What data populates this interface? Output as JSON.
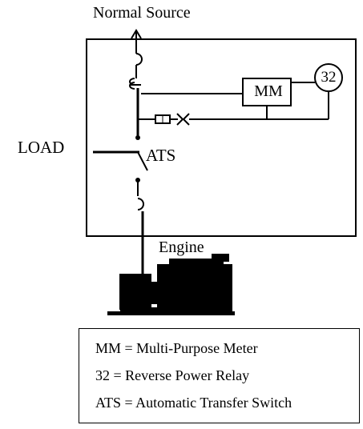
{
  "diagram": {
    "labels": {
      "normal_source": "Normal Source",
      "load": "LOAD",
      "ats": "ATS",
      "meter": "MM",
      "relay": "32",
      "engine": "Engine"
    }
  },
  "legend": {
    "items": [
      "MM = Multi-Purpose Meter",
      "32 = Reverse Power Relay",
      "ATS = Automatic Transfer Switch"
    ]
  }
}
